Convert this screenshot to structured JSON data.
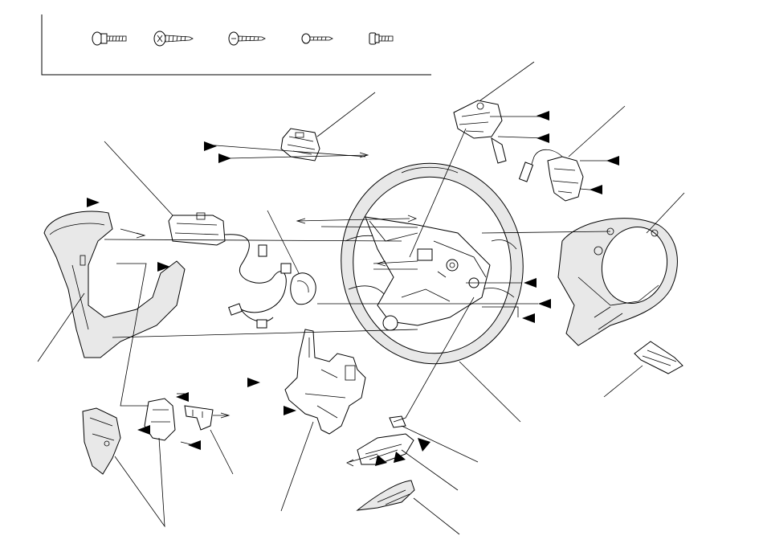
{
  "diagram": {
    "kind": "exploded-parts-view",
    "subject_icon": "steering-wheel-icon",
    "ink_color": "#000000",
    "background_color": "#ffffff",
    "fastener_legend": {
      "items": [
        {
          "id": "fastener-1",
          "icon": "flange-bolt-icon"
        },
        {
          "id": "fastener-2",
          "icon": "tapping-screw-icon"
        },
        {
          "id": "fastener-3",
          "icon": "pan-head-screw-icon"
        },
        {
          "id": "fastener-4",
          "icon": "small-screw-icon"
        },
        {
          "id": "fastener-5",
          "icon": "washer-screw-icon"
        }
      ]
    },
    "parts": [
      {
        "id": "steering-wheel",
        "icon": "steering-wheel-icon"
      },
      {
        "id": "left-switch-assembly",
        "icon": "switch-assembly-icon"
      },
      {
        "id": "right-switch-assembly",
        "icon": "switch-assembly-icon"
      },
      {
        "id": "cable-reel",
        "icon": "cable-reel-icon"
      },
      {
        "id": "wire-harness",
        "icon": "wire-harness-icon"
      },
      {
        "id": "left-lower-cover",
        "icon": "cover-icon"
      },
      {
        "id": "right-lower-cover",
        "icon": "cover-icon"
      },
      {
        "id": "center-bracket",
        "icon": "bracket-icon"
      },
      {
        "id": "clip",
        "icon": "clip-icon"
      },
      {
        "id": "paddle-switch-left",
        "icon": "paddle-switch-icon"
      },
      {
        "id": "paddle-switch-right",
        "icon": "paddle-switch-icon"
      },
      {
        "id": "garnish",
        "icon": "garnish-icon"
      }
    ]
  }
}
